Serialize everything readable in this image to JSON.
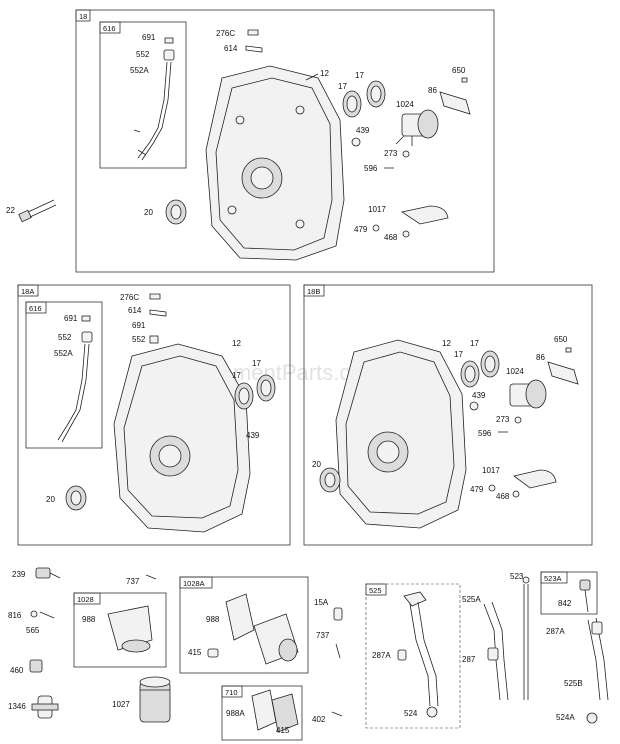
{
  "watermark": "eReplacementParts.com",
  "boxes": {
    "b18": "18",
    "b616": "616",
    "b18A": "18A",
    "b616b": "616",
    "b18B": "18B",
    "b1028": "1028",
    "b1028A": "1028A",
    "b710": "710",
    "b525": "525",
    "b523A": "523A"
  },
  "labels": {
    "l691": "691",
    "l552": "552",
    "l552A": "552A",
    "l276C": "276C",
    "l614": "614",
    "l12": "12",
    "l17a": "17",
    "l17b": "17",
    "l650": "650",
    "l86": "86",
    "l1024": "1024",
    "l439": "439",
    "l273": "273",
    "l596": "596",
    "l1017": "1017",
    "l479": "479",
    "l468": "468",
    "l20": "20",
    "l22": "22",
    "m691": "691",
    "m552": "552",
    "m552A": "552A",
    "m276C": "276C",
    "m614": "614",
    "m691b": "691",
    "m552b": "552",
    "m12": "12",
    "m17": "17",
    "m17b": "17",
    "m439": "439",
    "m20": "20",
    "n12": "12",
    "n17a": "17",
    "n17b": "17",
    "n650": "650",
    "n86": "86",
    "n1024": "1024",
    "n439": "439",
    "n273": "273",
    "n596": "596",
    "n20": "20",
    "n1017": "1017",
    "n479": "479",
    "n468": "468",
    "p239": "239",
    "p737": "737",
    "p988": "988",
    "p816": "816",
    "p565": "565",
    "p460": "460",
    "p1346": "1346",
    "p1027": "1027",
    "p988b": "988",
    "p415": "415",
    "p15A": "15A",
    "p737b": "737",
    "p988A": "988A",
    "p415b": "415",
    "p402": "402",
    "p287A": "287A",
    "p524": "524",
    "p525A": "525A",
    "p287": "287",
    "p523": "523",
    "p842": "842",
    "p287Ab": "287A",
    "p525B": "525B",
    "p524A": "524A"
  }
}
